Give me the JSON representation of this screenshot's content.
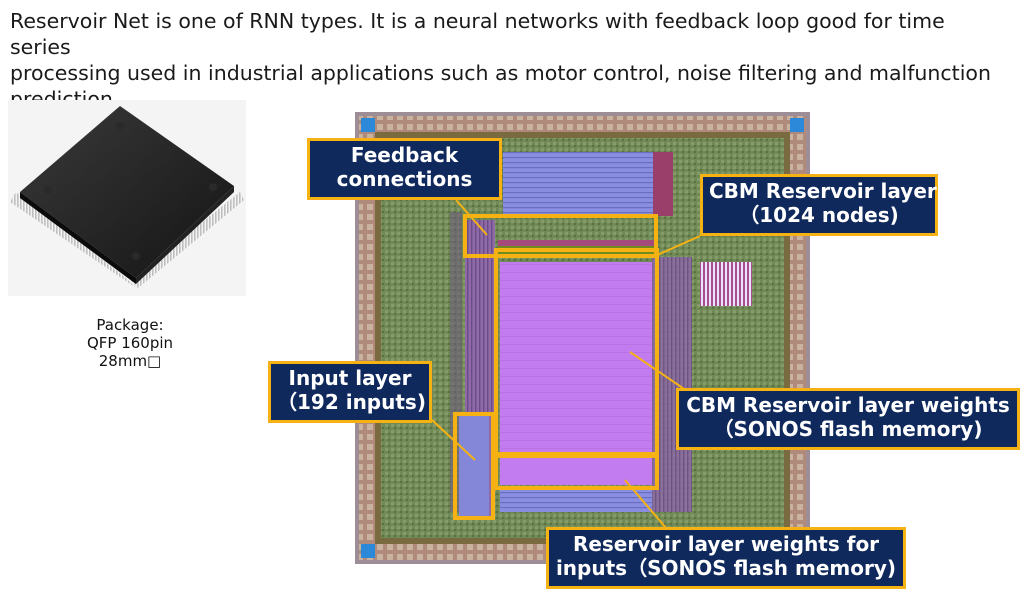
{
  "intro": {
    "line1": "Reservoir Net is one of RNN types. It is a neural networks with feedback loop good for time series",
    "line2": "processing used in industrial applications such as motor control, noise filtering and malfunction",
    "line3": "prediction."
  },
  "package": {
    "line1": "Package:",
    "line2": "QFP 160pin",
    "line3": "28mm□"
  },
  "callouts": {
    "feedback": {
      "line1": "Feedback",
      "line2": "connections"
    },
    "reservoir_layer": {
      "line1": "CBM Reservoir layer",
      "line2": "（1024 nodes)"
    },
    "input_layer": {
      "line1": "Input layer",
      "line2": "（192 inputs)"
    },
    "reservoir_weights": {
      "line1": "CBM Reservoir layer weights",
      "line2": "（SONOS flash memory)"
    },
    "input_weights": {
      "line1": "Reservoir layer weights for",
      "line2": "inputs（SONOS flash memory)"
    }
  },
  "colors": {
    "callout_bg": "#10295c",
    "callout_border": "#f5b212",
    "highlight": "#f5b212",
    "memory_array": "#c27cf0",
    "die_green": "#6f8a4e"
  }
}
